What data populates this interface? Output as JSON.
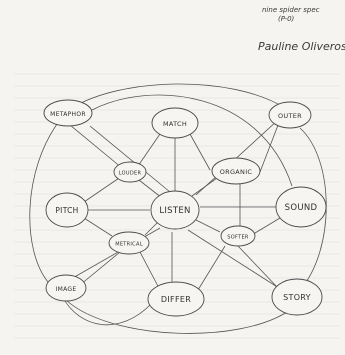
{
  "header": {
    "note_line1": "nine spider spec",
    "note_line2": "(P-0)",
    "signature": "Pauline Oliveros"
  },
  "nodes": {
    "listen": "LISTEN",
    "metaphor": "METAPHOR",
    "match": "MATCH",
    "outer": "OUTER",
    "organic": "ORGANIC",
    "louder": "LOUDER",
    "pitch": "PITCH",
    "sound": "SOUND",
    "softer": "SOFTER",
    "metrical": "METRICAL",
    "image": "IMAGE",
    "differ": "DIFFER",
    "story": "STORY"
  }
}
